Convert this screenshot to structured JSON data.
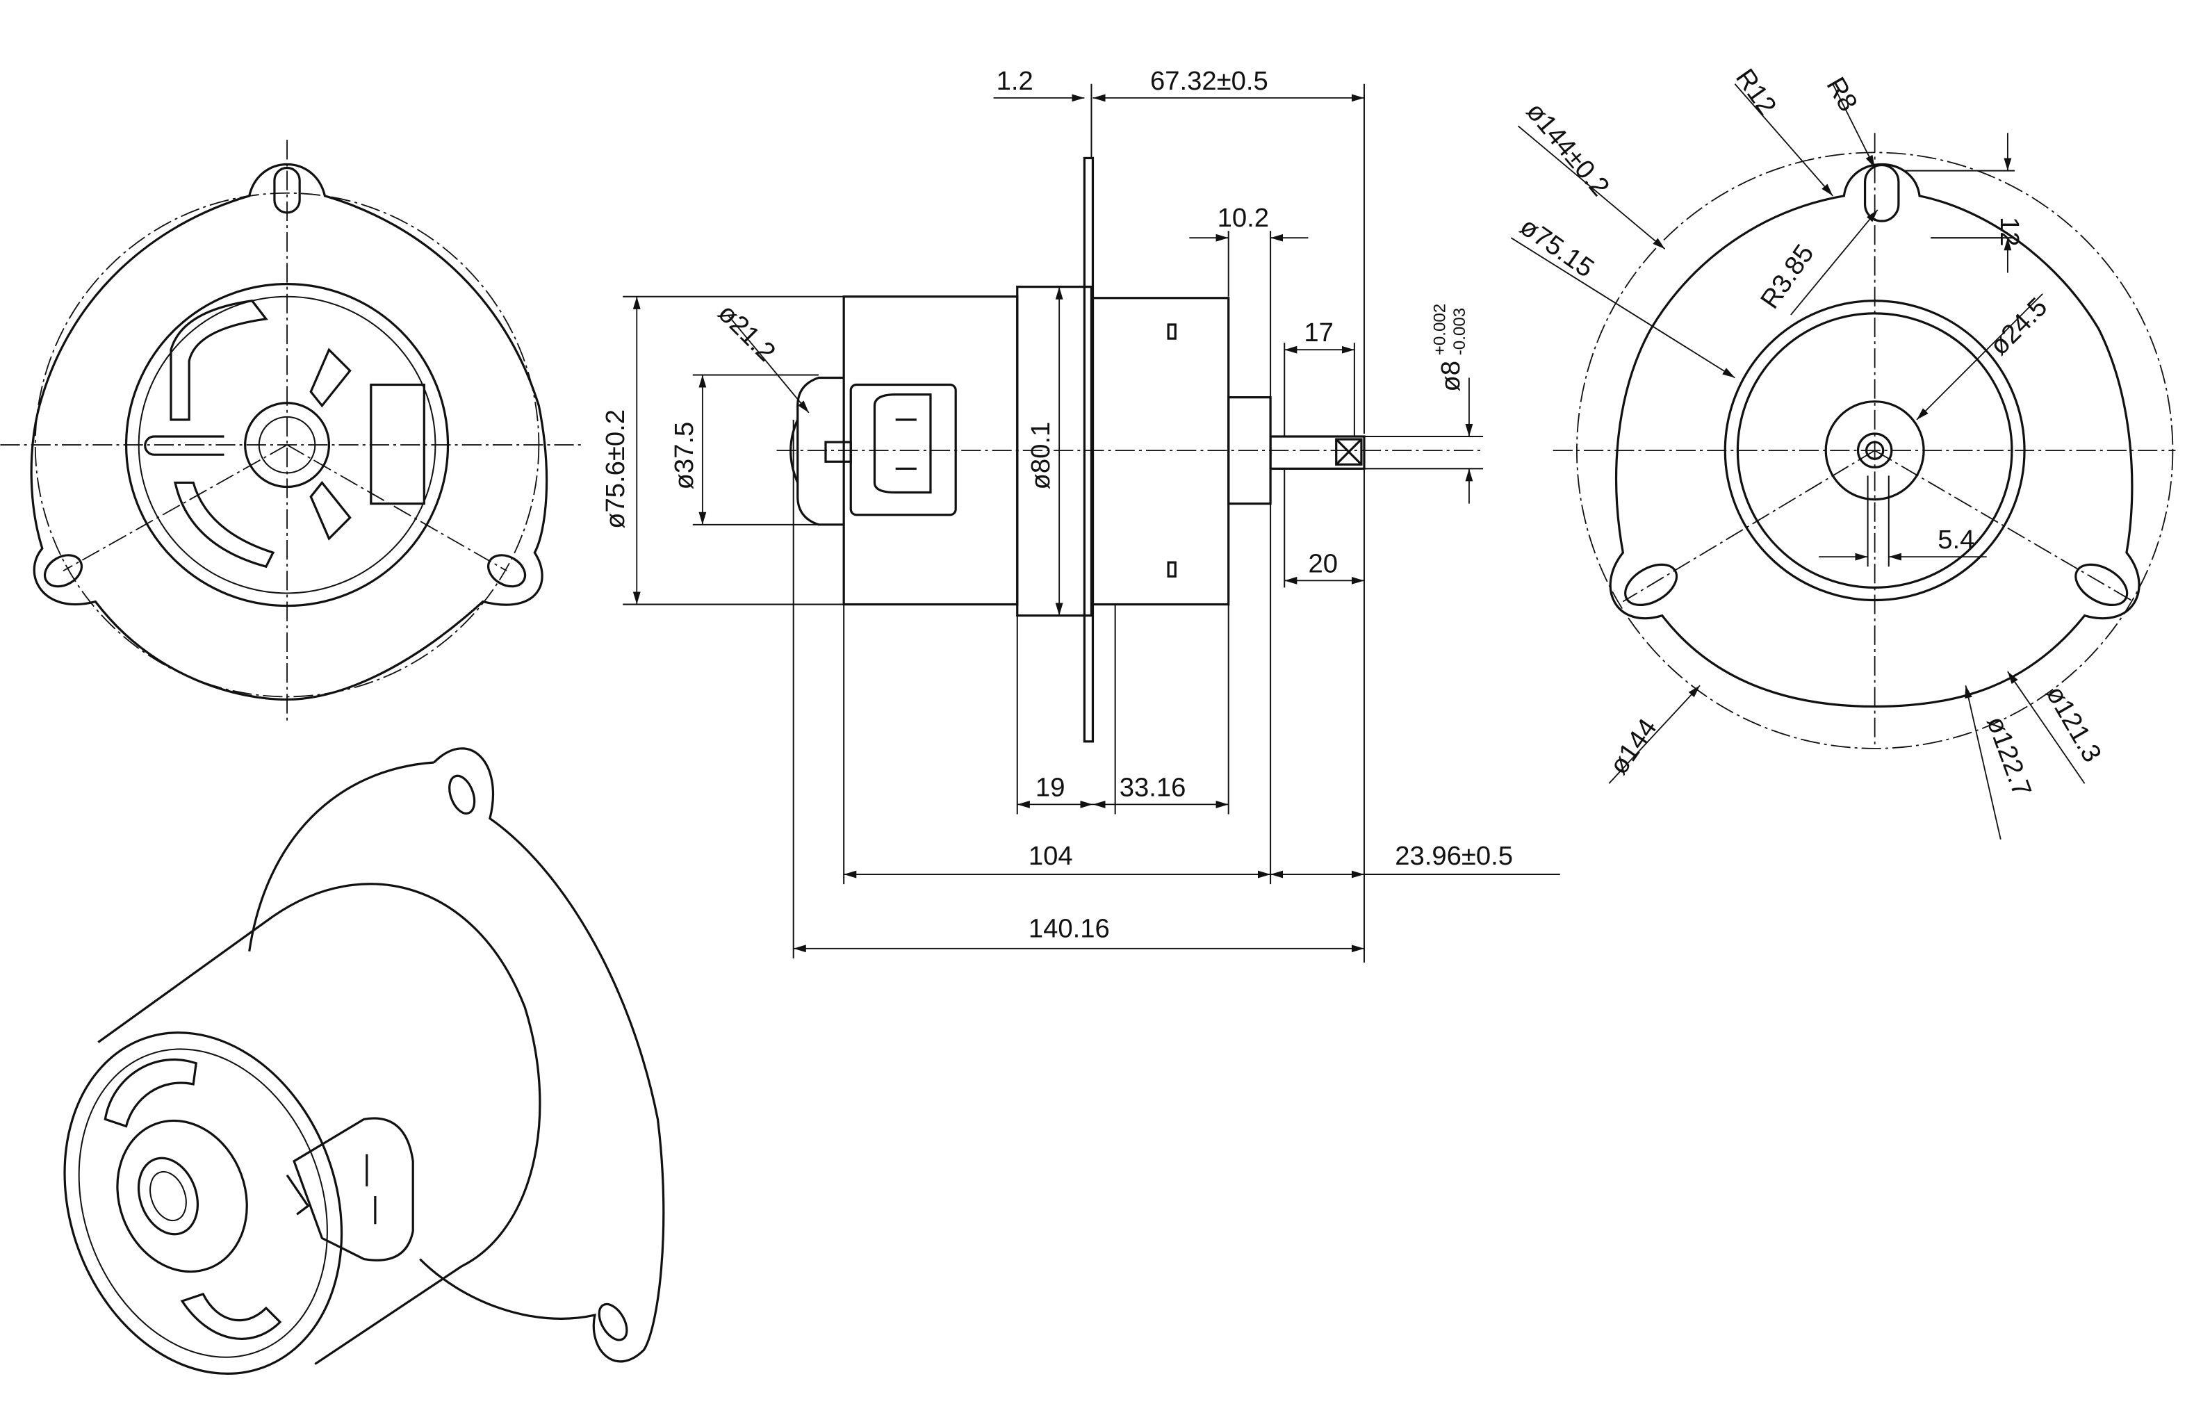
{
  "side_view": {
    "d_flange_thk": "1.2",
    "d_front_len": "67.32±0.5",
    "d_step": "10.2",
    "d_shaft_flat": "17",
    "d_shaft_dia": "ø8",
    "d_shaft_tol_upper": "+0.002",
    "d_shaft_tol_lower": "-0.003",
    "d_boss": "ø21.2",
    "d_connector": "ø37.5",
    "d_body": "ø75.6±0.2",
    "d_flange_body": "ø80.1",
    "d_shaft_len": "20",
    "d_band": "19",
    "d_rear": "33.16",
    "d_total_body": "104",
    "d_shaft_total": "23.96±0.5",
    "d_overall": "140.16"
  },
  "end_view": {
    "d_pcd_tol": "ø144±0.2",
    "r_lobe": "R12",
    "r_slot": "R8",
    "d_slot_len": "12",
    "d_inner": "ø75.15",
    "r_hole": "R3.85",
    "d_hub": "ø24.5",
    "d_offset": "5.4",
    "d_pcd": "ø144",
    "d_outer1": "ø122.7",
    "d_outer2": "ø121.3"
  }
}
